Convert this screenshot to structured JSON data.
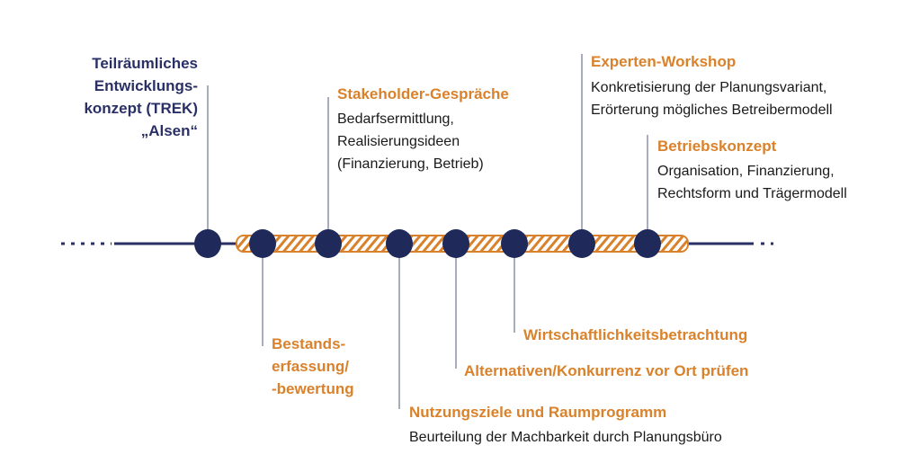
{
  "colors": {
    "navy": "#1f2a5a",
    "orange": "#d9822b"
  },
  "start": {
    "lines": [
      "Teilräumliches",
      "Entwicklungs-",
      "konzept (TREK)",
      "„Alsen“"
    ]
  },
  "stakeholder": {
    "title": "Stakeholder-Gespräche",
    "lines": [
      "Bedarfsermittlung,",
      "Realisierungsideen",
      "(Finanzierung, Betrieb)"
    ]
  },
  "experten": {
    "title": "Experten-Workshop",
    "lines": [
      "Konkretisierung der Planungsvariant,",
      "Erörterung mögliches Betreibermodell"
    ]
  },
  "betrieb": {
    "title": "Betriebskonzept",
    "lines": [
      "Organisation, Finanzierung,",
      "Rechtsform und Trägermodell"
    ]
  },
  "bestand": {
    "lines": [
      "Bestands-",
      "erfassung/",
      "-bewertung"
    ]
  },
  "wirtschaft": {
    "title": "Wirtschaftlichkeitsbetrachtung"
  },
  "alternativen": {
    "title": "Alternativen/Konkurrenz vor Ort prüfen"
  },
  "nutzung": {
    "title": "Nutzungsziele und Raumprogramm",
    "lines": [
      "Beurteilung der Machbarkeit durch Planungsbüro"
    ]
  }
}
